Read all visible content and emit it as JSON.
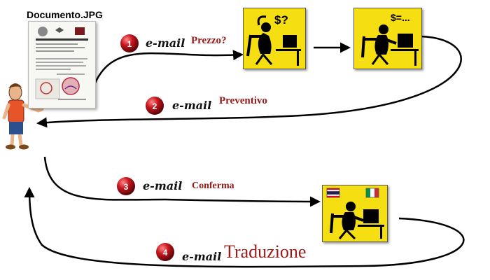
{
  "document": {
    "filename": "Documento.JPG"
  },
  "steps": [
    {
      "number": "1",
      "channel": "e-mail",
      "label": "Prezzo?"
    },
    {
      "number": "2",
      "channel": "e-mail",
      "label": "Preventivo"
    },
    {
      "number": "3",
      "channel": "e-mail",
      "label": "Conferma"
    },
    {
      "number": "4",
      "channel": "e-mail",
      "label": "Traduzione"
    }
  ],
  "panels": {
    "thinking": {
      "caption": "$?"
    },
    "quoting": {
      "caption": "$=..."
    }
  },
  "colors": {
    "panel_yellow": "#f5de12",
    "label_red": "#9a1a1a",
    "ball_red": "#b0141a",
    "arrow": "#000000"
  }
}
